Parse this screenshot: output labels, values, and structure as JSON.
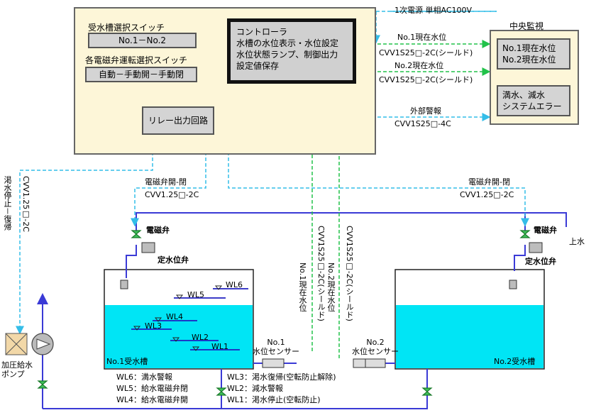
{
  "control_panel": {
    "select_tank_title": "受水槽選択スイッチ",
    "select_tank_value": "No.1－No.2",
    "valve_mode_title": "各電磁弁運転選択スイッチ",
    "valve_mode_value": "自動－手動開－手動閉",
    "controller": [
      "コントローラ",
      "水槽の水位表示・水位設定",
      "水位状態ランプ、制御出力",
      "設定値保存"
    ],
    "relay": "リレー出力回路"
  },
  "power": "1次電源 単相AC100V",
  "central": {
    "title": "中央監視",
    "levels_box": [
      "No.1現在水位",
      "No.2現在水位"
    ],
    "alarm_box": [
      "満水、減水",
      "システムエラー"
    ]
  },
  "signals": {
    "no1_label": "No.1現在水位",
    "no1_cable": "CVV1S25□-2C(シールド)",
    "no2_label": "No.2現在水位",
    "no2_cable": "CVV1S25□-2C(シールド)",
    "ext_alarm_label": "外部警報",
    "ext_alarm_cable": "CVV1S25□-4C",
    "valve1_label": "電磁弁開-閉",
    "valve1_cable": "CVV1.25□-2C",
    "valve2_label": "電磁弁開-閉",
    "valve2_cable": "CVV1.25□-2C",
    "pump_label": "渇水停止－復帰",
    "pump_cable": "CVV1.25□-2C",
    "vert1_label": "No.1現在水位",
    "vert1_cable": "CVV1S25□-2C(シールド)",
    "vert2_label": "No.2現在水位",
    "vert2_cable": "CVV1S25□-2C(シールド)"
  },
  "tank1": {
    "name": "No.1受水槽",
    "levels": [
      "WL6",
      "WL5",
      "WL4",
      "WL3",
      "WL2",
      "WL1"
    ],
    "valve": "電磁弁",
    "float_valve": "定水位弁",
    "sensor": [
      "No.1",
      "水位センサー"
    ]
  },
  "tank2": {
    "name": "No.2受水槽",
    "valve": "電磁弁",
    "float_valve": "定水位弁",
    "sensor": [
      "No.2",
      "水位センサー"
    ],
    "supply": "上水"
  },
  "pump": [
    "加圧給水",
    "ポンプ"
  ],
  "legend_left": [
    "WL6：満水警報",
    "WL5：給水電磁弁閉",
    "WL4：給水電磁弁開"
  ],
  "legend_right": [
    "WL3：渇水復帰(空転防止解除)",
    "WL2：減水警報",
    "WL1：渇水停止(空転防止)"
  ],
  "colors": {
    "panel": "#fdf6d8",
    "water": "#00e5f5",
    "signal_line": "#22c24a",
    "control_line": "#34bde8",
    "pipe": "#3a3ad6"
  }
}
